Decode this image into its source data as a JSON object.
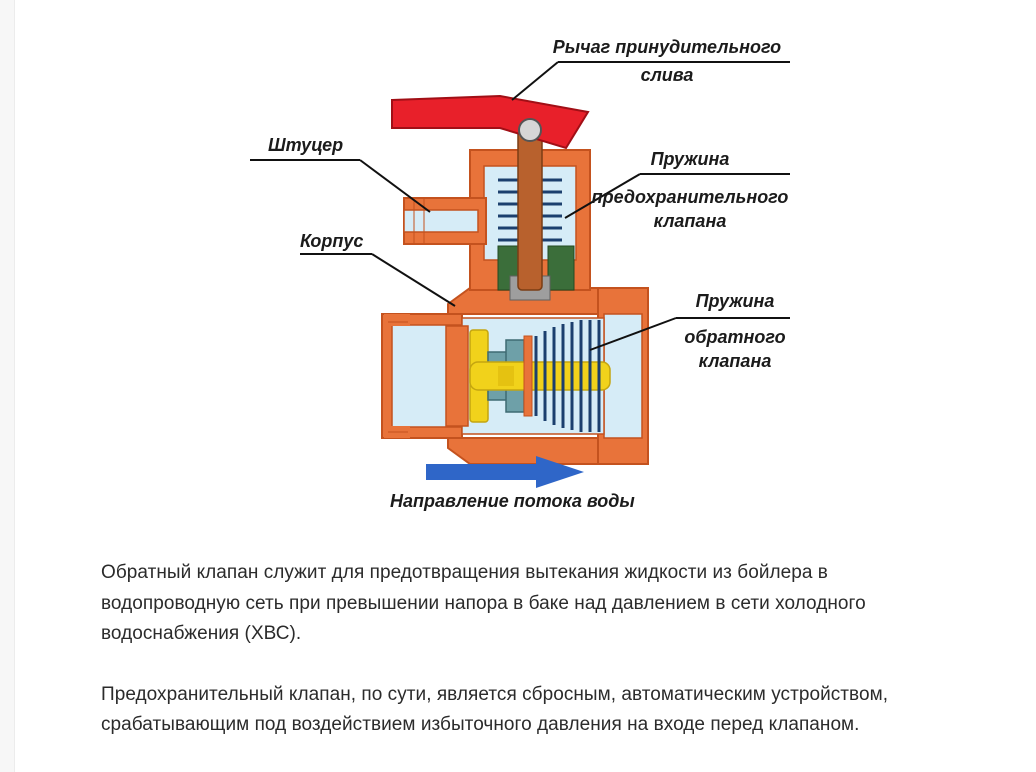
{
  "diagram": {
    "labels": {
      "lever": [
        "Рычаг принудительного",
        "слива"
      ],
      "nipple": "Штуцер",
      "body": "Корпус",
      "safety_spring": [
        "Пружина",
        "предохранительного",
        "клапана"
      ],
      "check_spring": [
        "Пружина",
        "обратного",
        "клапана"
      ],
      "flow": "Направление потока воды"
    },
    "colors": {
      "body": "#e8733a",
      "body_dark": "#c4521e",
      "lever": "#e8202a",
      "stem": "#b8612d",
      "spring": "#1c3f6e",
      "poppet": "#f1d21b",
      "seat": "#6ea0a8",
      "glass": "#d6ecf7",
      "arrow": "#2f66c8",
      "green": "#3b6e3a"
    }
  },
  "article": {
    "paragraphs": [
      "Обратный клапан служит для предотвращения вытекания жидкости из бойлера в водопроводную сеть при превышении напора в баке над давлением в сети холодного водоснабжения (ХВС).",
      "Предохранительный клапан, по сути, является сбросным, автоматическим устройством, срабатывающим под воздействием избыточного давления на входе перед клапаном."
    ]
  }
}
